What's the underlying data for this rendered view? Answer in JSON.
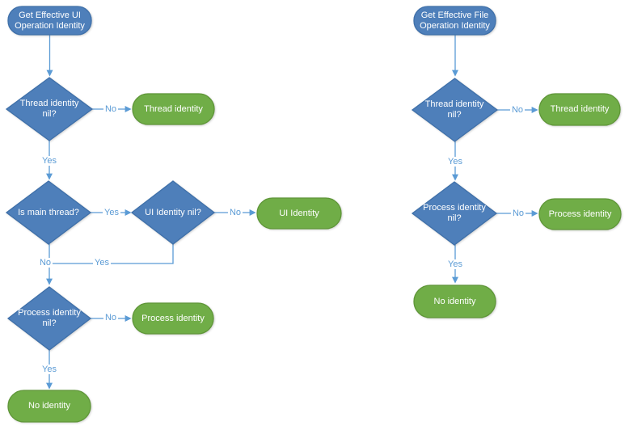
{
  "colors": {
    "node-blue": "#4e7fba",
    "node-blue-border": "#3f70a9",
    "node-green": "#70ad47",
    "node-green-border": "#5f9638",
    "connector": "#5b9bd5",
    "node-text": "#ffffff",
    "background": "#ffffff"
  },
  "labels": {
    "yes": "Yes",
    "no": "No"
  },
  "ui_flow": {
    "title": "Get Effective UI Operation Identity",
    "thread_nil_q": "Thread identity nil?",
    "thread_identity": "Thread identity",
    "is_main_thread_q": "Is main thread?",
    "ui_identity_nil_q": "UI Identity nil?",
    "ui_identity": "UI Identity",
    "process_nil_q": "Process identity nil?",
    "process_identity": "Process identity",
    "no_identity": "No identity"
  },
  "file_flow": {
    "title": "Get Effective File Operation Identity",
    "thread_nil_q": "Thread identity nil?",
    "thread_identity": "Thread identity",
    "process_nil_q": "Process identity nil?",
    "process_identity": "Process identity",
    "no_identity": "No identity"
  }
}
